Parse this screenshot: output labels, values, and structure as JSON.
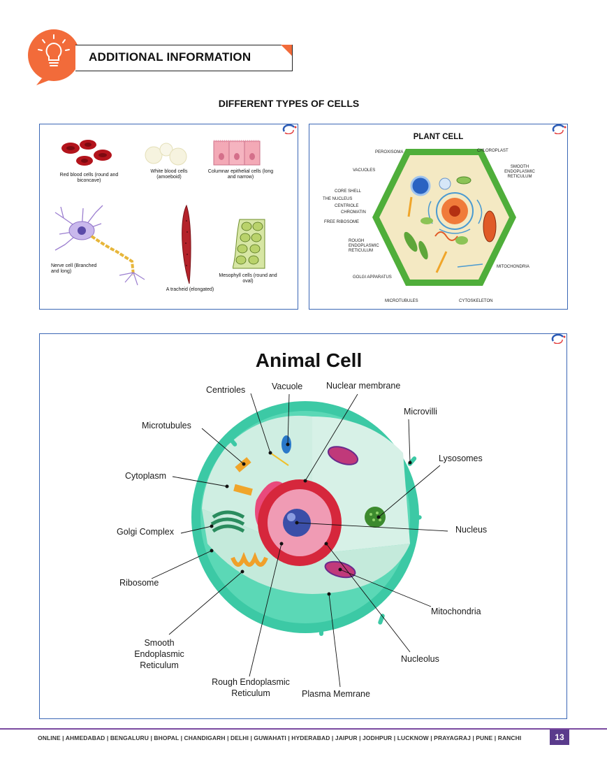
{
  "header": {
    "title": "ADDITIONAL INFORMATION",
    "icon": "lightbulb-icon",
    "accent": "#f26b3a"
  },
  "section": {
    "title": "DIFFERENT TYPES OF CELLS"
  },
  "cell_types": {
    "red_blood": "Red blood cells (round and biconcave)",
    "white_blood": "White blood cells (amoeboid)",
    "columnar": "Columnar epithelial cells (long and narrow)",
    "nerve": "Nerve cell (Branched and long)",
    "tracheid": "A tracheid (elongated)",
    "mesophyll": "Mesophyll cells (round and oval)"
  },
  "plant_cell": {
    "title": "PLANT CELL",
    "labels": {
      "peroxisoma": "PEROXISOMA",
      "chloroplast": "CHLOROPLAST",
      "smooth_er": "SMOOTH ENDOPLASMIC RETICULUM",
      "vacuoles": "VACUOLES",
      "core_shell": "CORE SHELL",
      "nucleus": "THE NUCLEUS",
      "centriole": "CENTRIOLE",
      "chromatin": "CHROMATIN",
      "free_ribosome": "FREE RIBOSOME",
      "rough_er": "ROUGH ENDOPLASMIC RETICULUM",
      "mitochondria": "MITOCHONDRIA",
      "golgi": "GOLGI APPARATUS",
      "microtubules": "MICROTUBULES",
      "cytoskeleton": "CYTOSKELETON"
    }
  },
  "animal_cell": {
    "title": "Animal Cell",
    "labels": {
      "centrioles": "Centrioles",
      "vacuole": "Vacuole",
      "nuclear_membrane": "Nuclear membrane",
      "microvilli": "Microvilli",
      "microtubules": "Microtubules",
      "lysosomes": "Lysosomes",
      "cytoplasm": "Cytoplasm",
      "golgi": "Golgi Complex",
      "nucleus": "Nucleus",
      "ribosome": "Ribosome",
      "mitochondria": "Mitochondria",
      "smooth_er": "Smooth Endoplasmic Reticulum",
      "nucleolus": "Nucleolus",
      "rough_er": "Rough Endoplasmic Reticulum",
      "plasma_membrane": "Plasma Memrane"
    }
  },
  "footer": {
    "locations": "ONLINE | AHMEDABAD | BENGALURU | BHOPAL | CHANDIGARH | DELHI | GUWAHATI | HYDERABAD | JAIPUR | JODHPUR | LUCKNOW | PRAYAGRAJ | PUNE | RANCHI",
    "page_number": "13",
    "accent": "#5a3b8c"
  }
}
